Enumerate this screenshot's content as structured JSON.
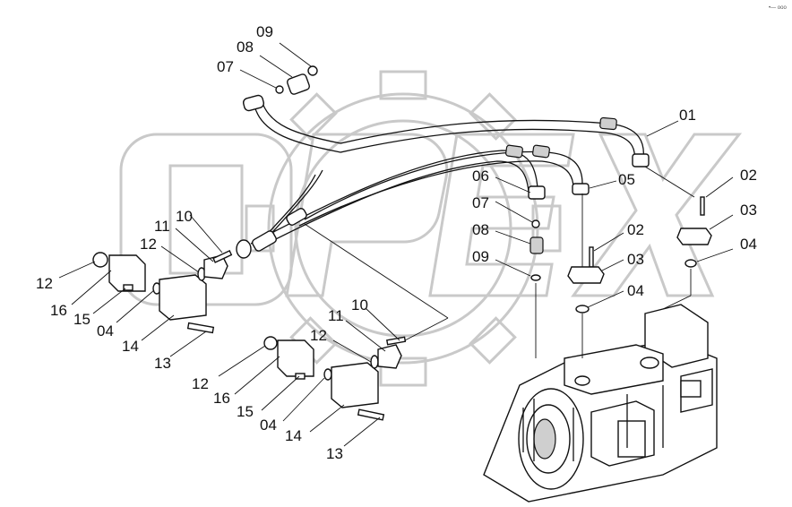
{
  "watermark": {
    "brand": "OPEX"
  },
  "corner_mark": "•— ooo",
  "callouts": {
    "c01": "01",
    "c02a": "02",
    "c02b": "02",
    "c03a": "03",
    "c03b": "03",
    "c04a": "04",
    "c04b": "04",
    "c04c": "04",
    "c04d": "04",
    "c05": "05",
    "c06": "06",
    "c07a": "07",
    "c07b": "07",
    "c08a": "08",
    "c08b": "08",
    "c09a": "09",
    "c09b": "09",
    "c10a": "10",
    "c10b": "10",
    "c11a": "11",
    "c11b": "11",
    "c12a": "12",
    "c12b": "12",
    "c12c": "12",
    "c12d": "12",
    "c13a": "13",
    "c13b": "13",
    "c14a": "14",
    "c14b": "14",
    "c15a": "15",
    "c15b": "15",
    "c16a": "16",
    "c16b": "16"
  }
}
